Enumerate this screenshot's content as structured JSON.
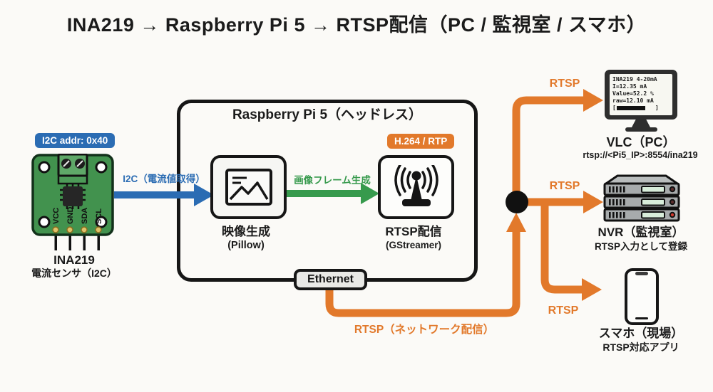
{
  "title": "INA219 → Raspberry Pi 5 → RTSP配信（PC / 監視室 / スマホ）",
  "colors": {
    "orange": "#e2792b",
    "blue": "#2b6cb3",
    "green": "#379a4d",
    "pcb_green": "#42924e",
    "ink": "#161616"
  },
  "icons": {
    "image-icon": "picture-with-mountains",
    "broadcast-icon": "antenna-with-waves",
    "monitor-icon": "desktop-display",
    "server-icon": "rack-server-stack",
    "phone-icon": "smartphone",
    "chip-icon": "ic-chip-on-pcb"
  },
  "sensor": {
    "badge": "I2C addr: 0x40",
    "pins": [
      "VCC",
      "GND",
      "SDA",
      "SCL"
    ],
    "name": "INA219",
    "caption": "電流センサ（I2C）"
  },
  "flows": {
    "i2c": "I2C（電流値取得）",
    "frame": "画像フレーム生成",
    "rtsp_top": "RTSP",
    "rtsp_mid": "RTSP",
    "rtsp_bottom": "RTSP",
    "rtsp_network": "RTSP（ネットワーク配信）"
  },
  "pi": {
    "title": "Raspberry Pi 5（ヘッドレス）",
    "badge": "H.264 / RTP",
    "image_gen": {
      "label": "映像生成",
      "sub": "(Pillow)"
    },
    "rtsp_out": {
      "label": "RTSP配信",
      "sub": "(GStreamer)"
    },
    "ethernet": "Ethernet"
  },
  "clients": {
    "vlc": {
      "label": "VLC（PC）",
      "url": "rtsp://<Pi5_IP>:8554/ina219",
      "screen_lines": [
        "INA219 4-20mA",
        "I=12.35 mA",
        "Value=52.2 %",
        "raw=12.10 mA"
      ],
      "bar": {
        "open": "[",
        "close": "]"
      }
    },
    "nvr": {
      "label": "NVR（監視室）",
      "caption": "RTSP入力として登録"
    },
    "phone": {
      "label": "スマホ（現場）",
      "caption": "RTSP対応アプリ"
    }
  }
}
